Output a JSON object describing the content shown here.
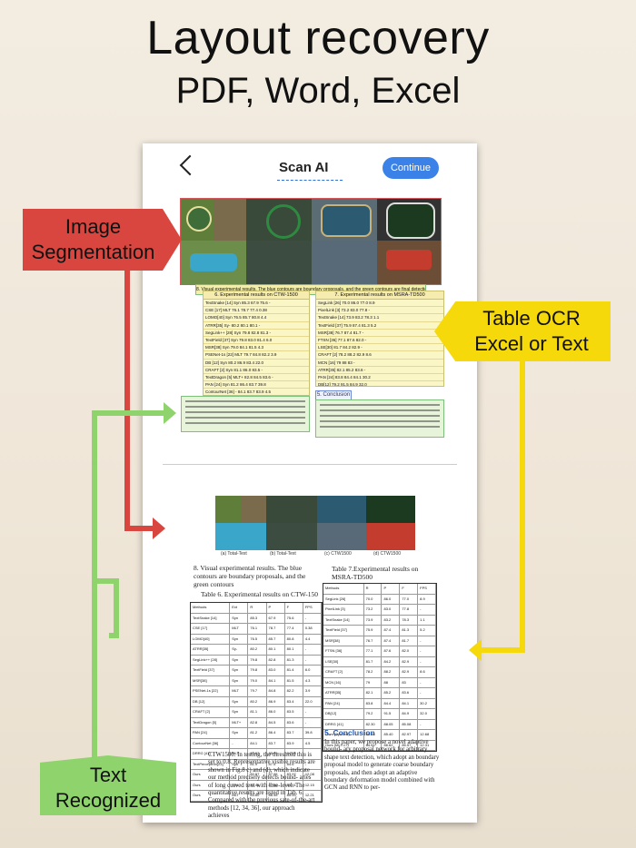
{
  "hero": {
    "line1": "Layout recovery",
    "line2": "PDF, Word, Excel"
  },
  "app": {
    "title": "Scan AI",
    "continue_label": "Continue",
    "back_icon": "chevron-left-icon"
  },
  "labels": {
    "image_seg_1": "Image",
    "image_seg_2": "Segmentation",
    "table_ocr_1": "Table OCR",
    "table_ocr_2": "Excel or Text",
    "text_rec_1": "Text",
    "text_rec_2": "Recognized"
  },
  "scan": {
    "caption": "8. Visual experimental results. The blue contours are boundary proposals, and the green contours are final detection boundaries.",
    "table6_cap": "6. Experimental results on CTW-1500",
    "table7_cap": "7. Experimental results on MSRA-TD500",
    "conclusion": "5. Conclusion"
  },
  "doc": {
    "fig_caption": "8. Visual experimental results. The blue contours are boundary proposals, and the green contours",
    "table6_title": "Table 6. Experimental results on CTW-150",
    "table7_title": "Table 7.Experimental results on MSRA-TD500",
    "table6_header": [
      "Methods",
      "Ext",
      "R",
      "P",
      "F",
      "FPS"
    ],
    "table6_rows": [
      [
        "TextSnake [14]",
        "Syn",
        "85.3",
        "67.9",
        "75.6",
        "-"
      ],
      [
        "CSE [17]",
        "MLT",
        "76.1",
        "78.7",
        "77.4",
        "0.38"
      ],
      [
        "LOMO[40]",
        "Syn",
        "76.5",
        "85.7",
        "80.8",
        "4.4"
      ],
      [
        "ATRR[35]",
        "Sy-",
        "80.2",
        "80.1",
        "80.1",
        "-"
      ],
      [
        "SegLink++ [28]",
        "Syn",
        "79.8",
        "82.8",
        "81.3",
        "-"
      ],
      [
        "TextField [37]",
        "Syn",
        "79.8",
        "83.0",
        "81.4",
        "6.0"
      ],
      [
        "MSR[38]",
        "Syn",
        "79.0",
        "84.1",
        "81.5",
        "4.3"
      ],
      [
        "PSENet-1s [22]",
        "MLT",
        "79.7",
        "84.8",
        "82.2",
        "3.9"
      ],
      [
        "DB [12]",
        "Syn",
        "80.2",
        "86.9",
        "83.4",
        "22.0"
      ],
      [
        "CRAFT [2]",
        "Syn",
        "81.1",
        "86.0",
        "83.5",
        "-"
      ],
      [
        "TextDragon [5]",
        "MLT+",
        "82.8",
        "84.5",
        "83.6",
        "-"
      ],
      [
        "PAN [24]",
        "Syn",
        "81.2",
        "86.4",
        "83.7",
        "39.8"
      ],
      [
        "ContourNet [36]",
        "-",
        "84.1",
        "83.7",
        "83.9",
        "4.5"
      ],
      [
        "DRRG [41]",
        "MLT",
        "83.02",
        "85.93",
        "84.45",
        "-"
      ],
      [
        "TextPerceptron[23]",
        "Syn",
        "81.9",
        "87.5",
        "84.6",
        "-"
      ],
      [
        "Ours",
        "-",
        "80.57",
        "87.66",
        "83.97",
        "12.08"
      ],
      [
        "Ours",
        "Syn",
        "81.45",
        "87.81",
        "84.51",
        "12.15"
      ],
      [
        "Ours",
        "MLT",
        "83.60",
        "86.45",
        "85.00",
        "12.21"
      ]
    ],
    "table7_header": [
      "Methods",
      "R",
      "P",
      "F",
      "FPS"
    ],
    "table7_rows": [
      [
        "SegLink [26]",
        "70.0",
        "86.0",
        "77.0",
        "8.9"
      ],
      [
        "PixelLink [3]",
        "73.2",
        "83.0",
        "77.8",
        "-"
      ],
      [
        "TextSnake [14]",
        "73.9",
        "83.2",
        "78.3",
        "1.1"
      ],
      [
        "TextField [37]",
        "75.9",
        "87.4",
        "81.3",
        "5.2"
      ],
      [
        "MSR[38]",
        "76.7",
        "87.4",
        "81.7",
        "-"
      ],
      [
        "FTSN [36]",
        "77.1",
        "87.6",
        "82.0",
        "-"
      ],
      [
        "LSE[30]",
        "81.7",
        "84.2",
        "82.9",
        "-"
      ],
      [
        "CRAFT [2]",
        "78.2",
        "88.2",
        "82.9",
        "8.6"
      ],
      [
        "MCN [16]",
        "79",
        "88",
        "83",
        "-"
      ],
      [
        "ATRR[35]",
        "82.1",
        "85.2",
        "83.6",
        "-"
      ],
      [
        "PAN [24]",
        "83.8",
        "84.4",
        "84.1",
        "30.2"
      ],
      [
        "DB[12]",
        "79.2",
        "91.5",
        "84.9",
        "32.0"
      ],
      [
        "DRRG [41]",
        "82.30",
        "88.05",
        "85.08",
        "-"
      ],
      [
        "Ours (SynText)",
        "80.68",
        "85.40",
        "82.97",
        "12.68"
      ],
      [
        "Ours (MLT-17)",
        "84.54",
        "86.62",
        "85.57",
        "12.31"
      ]
    ],
    "ctw_para": "CTW1500. In testing, the threshold this is set to 0.8. Representative visible results are shown in Fig.8 c) and (d), which indicate our method precisely detects bound- aries of long curved text with line-level. The quantitative results are listed in Tab. 6. Compared with the previous sate-of-the-art methods [12, 34, 36], our approach achieves",
    "conclusion_title": "5. Conclusion",
    "conclusion_para": "In this paper, we propose a novel adaptive bound- ary proposal network for arbitrary shape text detection, which adopt an boundary proposal model to generate coarse boundary proposals, and then adopt an adaptive boundary deformation model combined with GCN and RNN to per-",
    "img_captions": [
      "(a) Total-Text",
      "(b) Total-Text",
      "(c) CTW1500",
      "(d) CTW1500"
    ]
  },
  "colors": {
    "red": "#d9463f",
    "yellow": "#f5d90a",
    "green": "#8fd36c",
    "blue": "#3b82e8"
  }
}
